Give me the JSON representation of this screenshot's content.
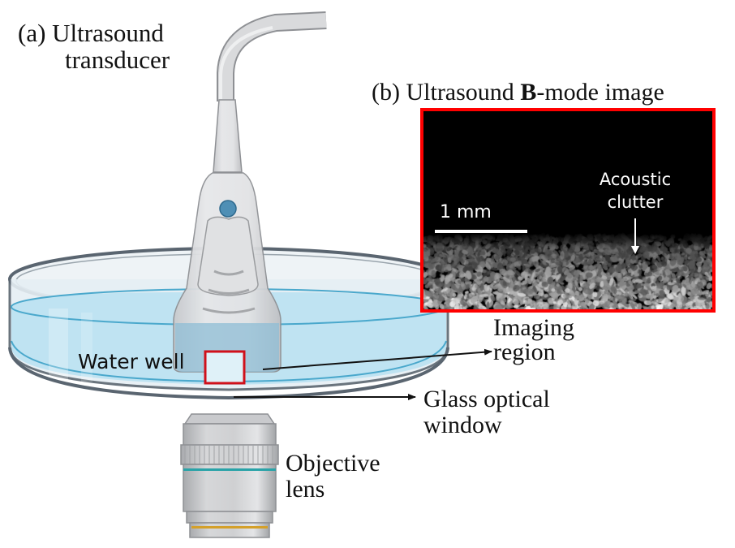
{
  "panel_a": {
    "tag": "(a)",
    "transducer_label_line1": "Ultrasound",
    "transducer_label_line2": "transducer",
    "water_well_label": "Water well",
    "imaging_region_line1": "Imaging",
    "imaging_region_line2": "region",
    "glass_window_line1": "Glass optical",
    "glass_window_line2": "window",
    "objective_line1": "Objective",
    "objective_line2": "lens"
  },
  "panel_b": {
    "tag": "(b)",
    "title_pre": "Ultrasound ",
    "title_bold": "B",
    "title_post": "-mode image",
    "scale_bar_label": "1 mm",
    "annotation_line1": "Acoustic",
    "annotation_line2": "clutter"
  },
  "colors": {
    "highlight_red": "#ff0000",
    "water": "#bfe3f2",
    "water_line": "#4aa8cc",
    "dish_rim": "#5a6570",
    "transducer_body": "#e3e4e6",
    "transducer_button": "#4f8fb5",
    "lens_teal": "#2aa3a8",
    "lens_gold": "#d4a02a"
  }
}
